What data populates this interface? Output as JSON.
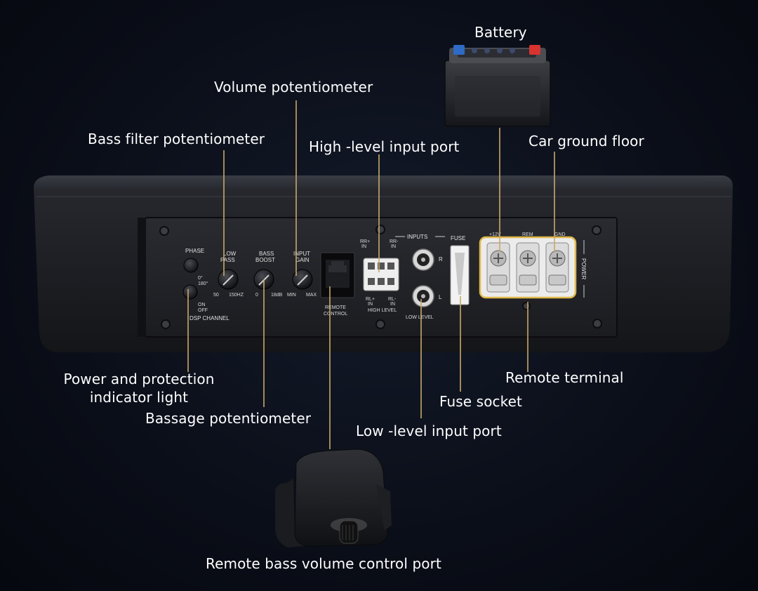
{
  "callouts": {
    "battery": "Battery",
    "volume_pot": "Volume potentiometer",
    "bass_filter_pot": "Bass filter potentiometer",
    "high_level_input": "High -level input port",
    "car_ground": "Car ground floor",
    "power_indicator_line1": "Power and protection",
    "power_indicator_line2": "indicator light",
    "bassage_pot": "Bassage potentiometer",
    "remote_terminal": "Remote terminal",
    "fuse_socket": "Fuse socket",
    "low_level_input": "Low -level input port",
    "remote_bass_control": "Remote bass volume control port"
  },
  "panel": {
    "phase": "PHASE",
    "phase_0": "0°",
    "phase_180": "180°",
    "on": "ON",
    "off": "OFF",
    "dsp_channel": "DSP CHANNEL",
    "low_pass_1": "LOW",
    "low_pass_2": "PASS",
    "low_pass_min": "50",
    "low_pass_max": "150HZ",
    "bass_boost_1": "BASS",
    "bass_boost_2": "BOOST",
    "bass_boost_min": "0",
    "bass_boost_max": "18dB",
    "input_gain_1": "INPUT",
    "input_gain_2": "GAIN",
    "input_gain_min": "MIN",
    "input_gain_max": "MAX",
    "remote_control_1": "REMOTE",
    "remote_control_2": "CONTROL",
    "rr_plus": "RR+",
    "rr_minus": "RR-",
    "rl_plus": "RL+",
    "rl_minus": "RL-",
    "in": "IN",
    "high_level": "HIGH LEVEL",
    "inputs": "INPUTS",
    "r": "R",
    "l": "L",
    "low_level": "LOW LEVEL",
    "fuse": "FUSE",
    "plus_12v": "+12V",
    "rem": "REM",
    "gnd": "GND",
    "power": "POWER"
  },
  "colors": {
    "leader": "#caa86a",
    "terminal_highlight": "#e0b84a",
    "battery_positive": "#d8332f",
    "battery_negative": "#2e6bc4"
  }
}
